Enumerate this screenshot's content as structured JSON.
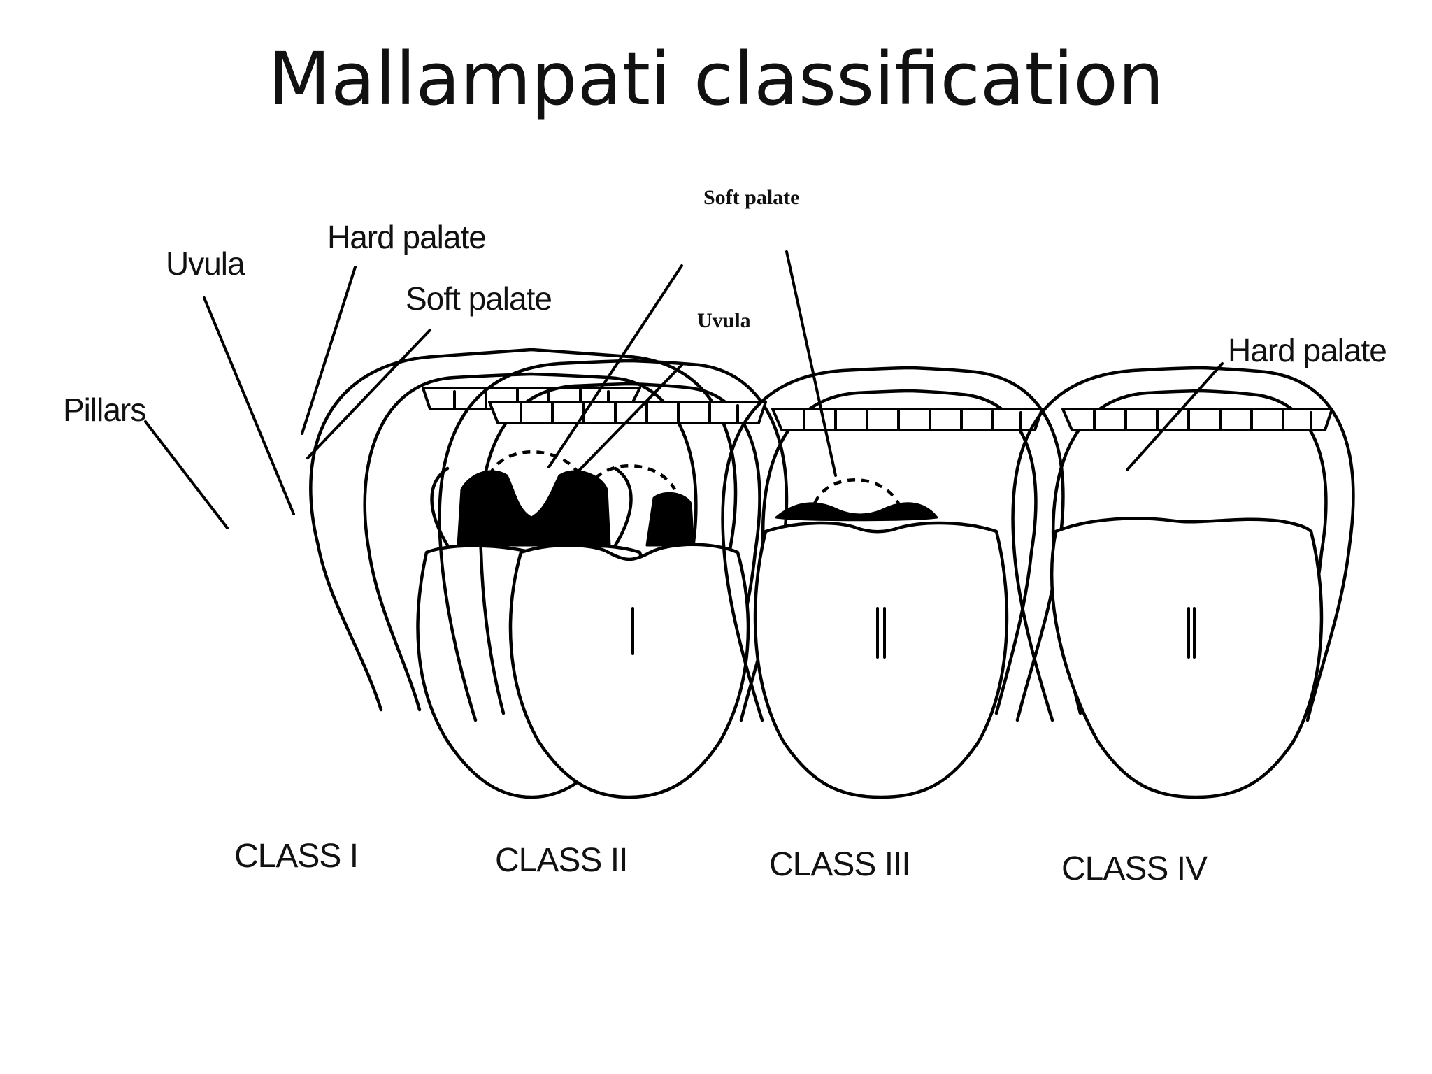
{
  "title": "Mallampati classification",
  "labels": {
    "uvula_c1": "Uvula",
    "hard_palate_c1": "Hard palate",
    "soft_palate_c1": "Soft palate",
    "pillars_c1": "Pillars",
    "soft_palate_c2": "Soft palate",
    "uvula_c2": "Uvula",
    "hard_palate_c4": "Hard palate"
  },
  "classes": [
    "CLASS I",
    "CLASS II",
    "CLASS III",
    "CLASS IV"
  ]
}
